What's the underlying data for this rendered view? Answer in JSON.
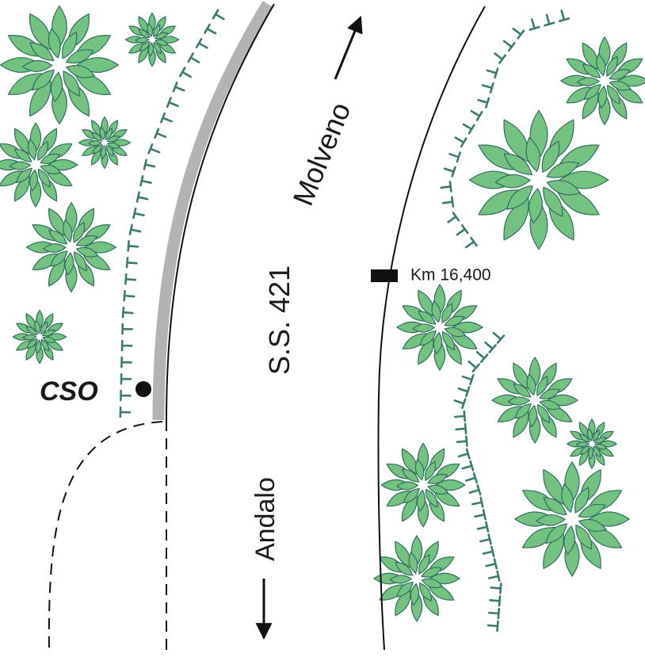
{
  "map": {
    "road_label": "S.S. 421",
    "direction_north": "Molveno",
    "direction_south": "Andalo",
    "km_marker": "Km 16,400",
    "point_label": "CSO"
  },
  "colors": {
    "vegetation_fill": "#74c27f",
    "vegetation_stroke": "#2f6f5f",
    "slope_tick": "#3a7a70",
    "wall": "#b3b3b3",
    "line": "#111111"
  },
  "icons": {
    "vegetation": "shrub-icon",
    "slope": "slope-hachure",
    "point": "filled-circle",
    "km": "black-rectangle",
    "arrow": "arrow"
  }
}
